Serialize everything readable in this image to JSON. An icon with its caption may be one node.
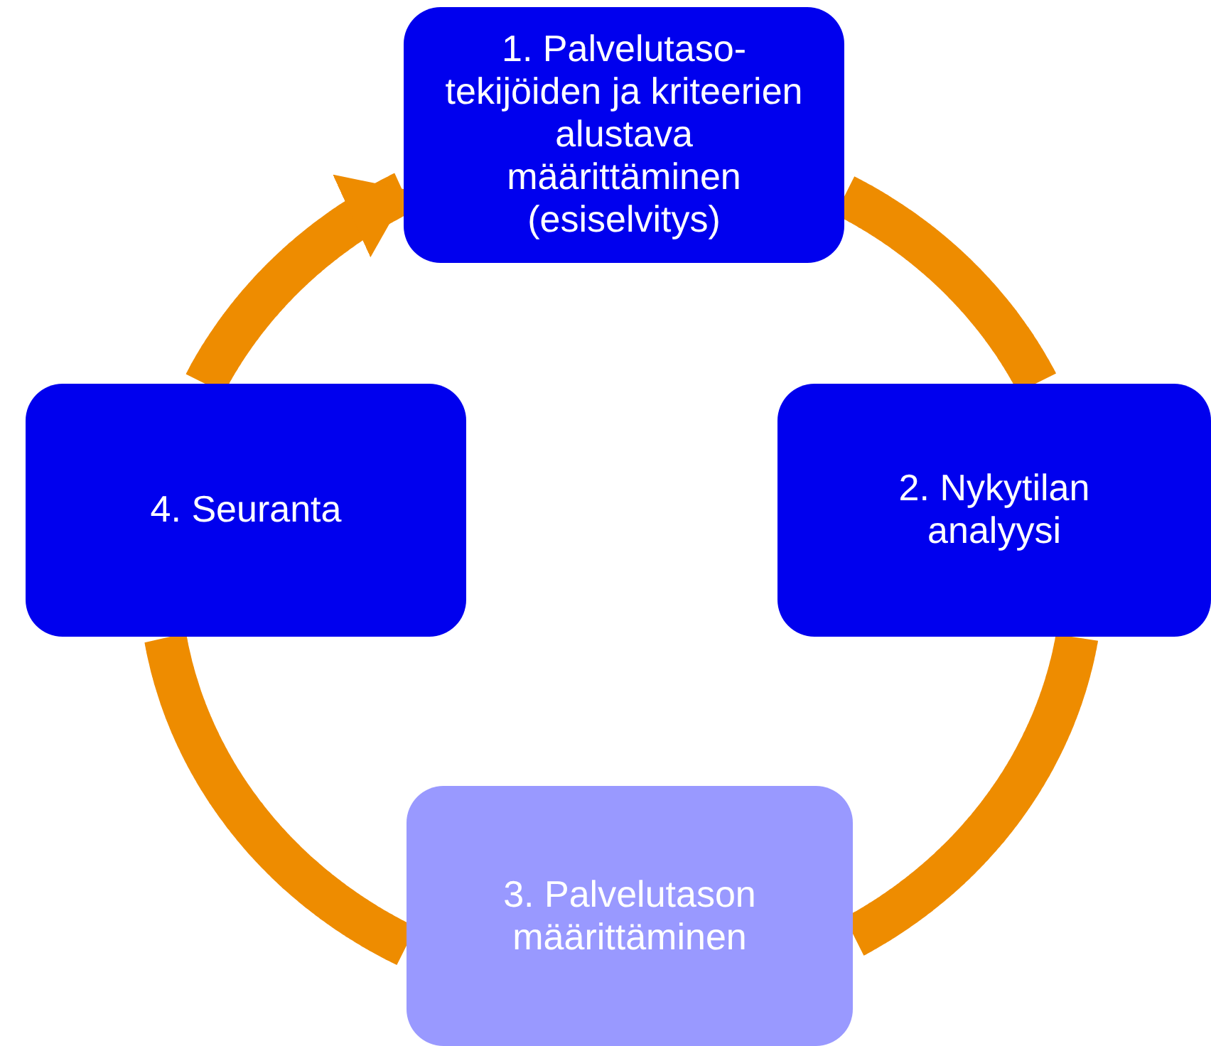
{
  "diagram": {
    "nodes": [
      {
        "text": [
          "1. Palvelutaso-tekijöiden ja kriteerien alustava määrittäminen (esiselvitys)"
        ]
      },
      {
        "text": [
          "2. Nykytilan analyysi"
        ]
      },
      {
        "text": [
          "3. Palvelutason määrittäminen"
        ]
      },
      {
        "text": [
          "4. Seuranta"
        ]
      }
    ],
    "edges": [
      {
        "from": 0,
        "to": 1,
        "arrow": "none"
      },
      {
        "from": 1,
        "to": 2,
        "arrow": "none"
      },
      {
        "from": 2,
        "to": 3,
        "arrow": "none"
      },
      {
        "from": 3,
        "to": 0,
        "arrow": "to"
      }
    ]
  }
}
